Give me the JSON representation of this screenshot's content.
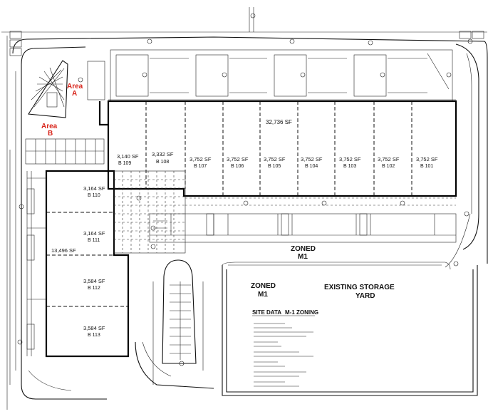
{
  "title_block": {
    "site_data": "SITE DATA",
    "zoning": "M-1 ZONING"
  },
  "area_labels": {
    "area_a": [
      "Area",
      "A"
    ],
    "area_b": [
      "Area",
      "B"
    ]
  },
  "buildings": [
    {
      "sf": "3,140 SF",
      "id": "B 109"
    },
    {
      "sf": "3,332 SF",
      "id": "B 108"
    },
    {
      "sf": "3,752 SF",
      "id": "B 107"
    },
    {
      "sf": "3,752 SF",
      "id": "B 106"
    },
    {
      "sf": "3,752 SF",
      "id": "B 105"
    },
    {
      "sf": "3,752 SF",
      "id": "B 104"
    },
    {
      "sf": "3,752 SF",
      "id": "B 103"
    },
    {
      "sf": "3,752 SF",
      "id": "B 102"
    },
    {
      "sf": "3,752 SF",
      "id": "B 101"
    }
  ],
  "side_buildings": [
    {
      "sf": "3,164 SF",
      "id": "B 110"
    },
    {
      "sf": "3,164 SF",
      "id": "B 111"
    },
    {
      "sf": "3,584 SF",
      "id": "B 112"
    },
    {
      "sf": "3,584 SF",
      "id": "B 113"
    }
  ],
  "totals": {
    "north_block": "32,736 SF",
    "west_block": "13,496 SF"
  },
  "zones": {
    "zoned_m1_top": [
      "ZONED",
      "M1"
    ],
    "zoned_m1_yard": [
      "ZONED",
      "M1"
    ],
    "existing_storage": [
      "EXISTING STORAGE",
      "YARD"
    ]
  }
}
